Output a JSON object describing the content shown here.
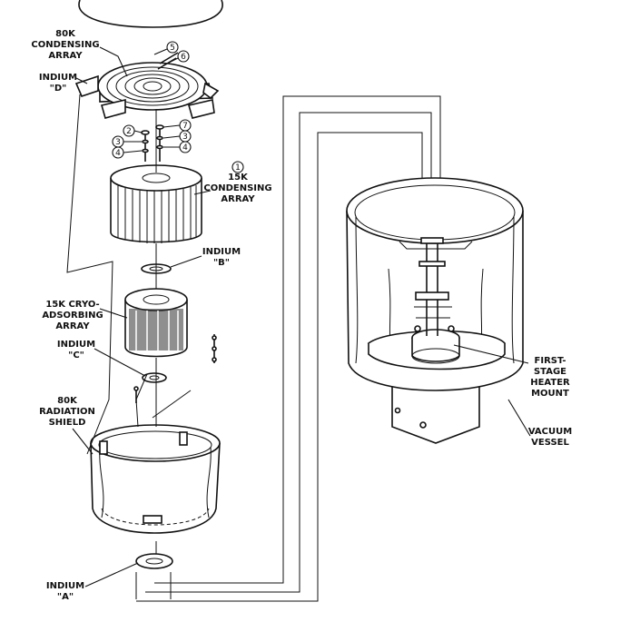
{
  "labels": {
    "condensing_80k": [
      "80K",
      "CONDENSING",
      "ARRAY"
    ],
    "indium_d": [
      "INDIUM",
      "\"D\""
    ],
    "condensing_15k": [
      "15K",
      "CONDENSING",
      "ARRAY"
    ],
    "indium_b": [
      "INDIUM",
      "\"B\""
    ],
    "cryo_adsorbing_15k": [
      "15K CRYO-",
      "ADSORBING",
      "ARRAY"
    ],
    "indium_c": [
      "INDIUM",
      "\"C\""
    ],
    "radiation_shield_80k": [
      "80K",
      "RADIATION",
      "SHIELD"
    ],
    "indium_a": [
      "INDIUM",
      "\"A\""
    ],
    "heater_mount": [
      "FIRST-",
      "STAGE",
      "HEATER",
      "MOUNT"
    ],
    "vacuum_vessel": [
      "VACUUM",
      "VESSEL"
    ]
  },
  "part_numbers": {
    "n1": "1",
    "n2": "2",
    "n3a": "3",
    "n3b": "3",
    "n4a": "4",
    "n4b": "4",
    "n5": "5",
    "n6": "6",
    "n7": "7"
  }
}
